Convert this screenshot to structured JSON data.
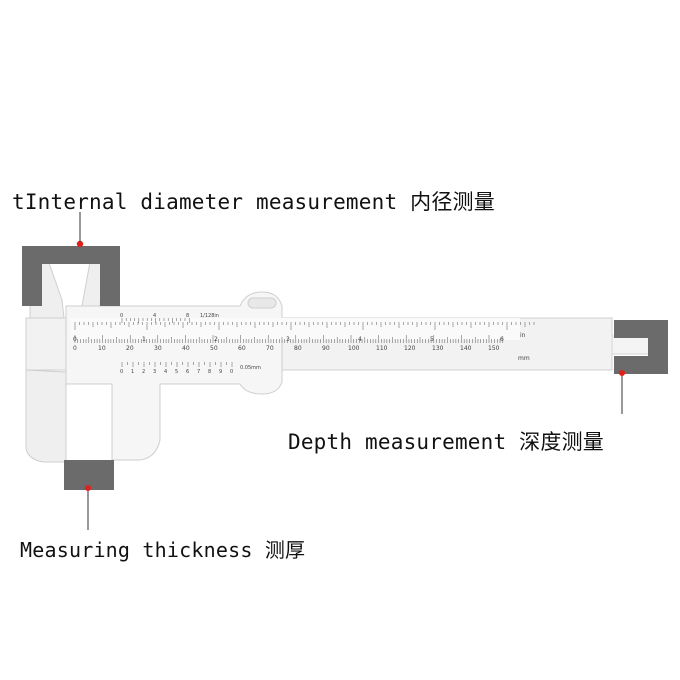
{
  "labels": {
    "internal_diameter": "tInternal diameter measurement 内径测量",
    "depth": "Depth measurement 深度测量",
    "thickness": "Measuring thickness 测厚"
  },
  "scales": {
    "inch_numbers": [
      "0",
      "1",
      "2",
      "3",
      "4",
      "5",
      "6"
    ],
    "mm_numbers": [
      "0",
      "10",
      "20",
      "30",
      "40",
      "50",
      "60",
      "70",
      "80",
      "90",
      "100",
      "110",
      "120",
      "130",
      "140",
      "150"
    ],
    "vernier_inch_numbers": [
      "0",
      "4",
      "8"
    ],
    "vernier_inch_precision": "1/128in",
    "vernier_mm_numbers": [
      "0",
      "1",
      "2",
      "3",
      "4",
      "5",
      "6",
      "7",
      "8",
      "9",
      "0"
    ],
    "vernier_mm_precision": "0.05mm",
    "unit_in": "in",
    "unit_mm": "mm"
  },
  "colors": {
    "marker_fill": "#6b6b6b",
    "marker_dot": "#e0201b",
    "caliper_body": "#f1f1f1",
    "caliper_outline": "#d4d4d4",
    "leader_line": "#333333"
  }
}
